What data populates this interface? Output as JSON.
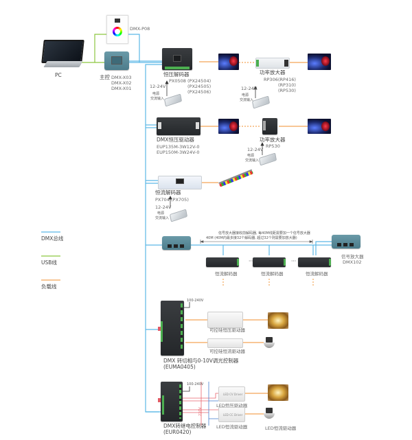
{
  "legend": [
    {
      "label": "DMX总线",
      "color": "#5bb8e6"
    },
    {
      "label": "USB线",
      "color": "#8cc63f"
    },
    {
      "label": "负载线",
      "color": "#f4a556"
    }
  ],
  "colors": {
    "dmx_bus": "#5bb8e6",
    "usb": "#8cc63f",
    "load": "#f4a556",
    "power_red": "#e8636b",
    "power_blue": "#4a7fd0"
  },
  "top": {
    "pc_label": "PC",
    "panel_label": "DMX-P08",
    "master_label": "主控",
    "master_models": [
      "DMX-X03",
      "DMX-X02",
      "DMX-X01"
    ]
  },
  "row1": {
    "decoder_label": "恒压解码器",
    "decoder_model": "PX0508",
    "decoder_alt_models": [
      "(PX24504)",
      "(PX24505)",
      "(PX24506)"
    ],
    "psu_voltage": "12-24V",
    "psu_label_line1": "电源",
    "psu_label_line2": "交流输入",
    "amp_label": "功率放大器",
    "amp_model": "RP306",
    "amp_alt_models": [
      "(RP416)",
      "(RP310)",
      "(RP530)"
    ],
    "amp_psu_voltage": "12-24V",
    "amp_psu_line1": "电源",
    "amp_psu_line2": "交流输入"
  },
  "row2": {
    "driver_label": "DMX恒压驱动器",
    "driver_models": [
      "EUP135M-3W12V-0",
      "EUP150M-3W24V-0"
    ],
    "amp_label": "功率放大器",
    "amp_model": "RP530",
    "psu_voltage": "12-24V",
    "psu_line1": "电源",
    "psu_line2": "交流输入"
  },
  "row3": {
    "decoder_label": "恒流解码器",
    "decoder_model": "PX704",
    "decoder_alt_model": "(PX705)",
    "psu_voltage": "12-24V",
    "psu_line1": "电源",
    "psu_line2": "交流输入"
  },
  "row4": {
    "note_line1": "信号放大器接收前解码器, 每40M线距需要加一个信号放大器",
    "note_line2": "40M (40M内最多接32个解码器, 超过32个则需要加放大器)",
    "decoders": [
      "恒流解码器",
      "恒流解码器",
      "恒流解码器"
    ],
    "ellipsis": "···",
    "repeater_label": "信号放大器",
    "repeater_model": "DMX102"
  },
  "row5": {
    "supply": "100-240V",
    "cv_driver_label": "可控硅恒压驱动器",
    "cc_driver_label": "可控硅恒流驱动器",
    "controller_label": "DMX 转切相与0-10V调光控制器",
    "controller_model": "(EUMA0405)"
  },
  "row6": {
    "supply": "100-240V",
    "bus_voltage": "220V",
    "cv_driver_text": "LED CV Driver",
    "cc_driver_text": "LED CC Driver",
    "cv_driver_label": "LED恒压驱动器",
    "cc_driver_label": "LED恒流驱动器",
    "lamp_label": "LED恒流驱动器",
    "controller_label": "DMX转继电控制器",
    "controller_model": "(EUR0420)"
  }
}
